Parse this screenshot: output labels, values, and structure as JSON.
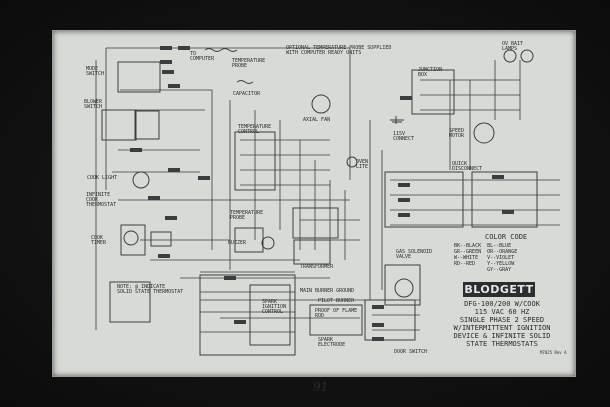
{
  "labels": {
    "mode_switch": "MODE\nSWITCH",
    "blower_switch": "BLOWER\nSWITCH",
    "cook_light": "COOK LIGHT",
    "infinite_thermostat": "INFINITE\nCOOK\nTHERMOSTAT",
    "cook_timer": "COOK\nTIMER",
    "to_computer": "TO\nCOMPUTER",
    "optional_probe": "OPTIONAL TEMPERATURE PROBE SUPPLIED\nWITH COMPUTER READY UNITS",
    "temperature_probe": "TEMPERATURE\nPROBE",
    "capacitor": "CAPACITOR",
    "axial_fan": "AXIAL FAN",
    "temperature_control": "TEMPERATURE\nCONTROL",
    "temperature_probe_2": "TEMPERATURE\nPROBE",
    "buzzer": "BUZZER",
    "transformer": "TRANSFORMER",
    "oven_light": "OVEN\nLITE",
    "junction_box": "JUNCTION\nBOX",
    "speed_motor": "SPEED\nMOTOR",
    "v115_connect": "115V\nCONNECT",
    "quick_disconnect": "QUICK\nDISCONNECT",
    "lamps": "OV BAIT\nLAMPS",
    "note_solid_state": "NOTE: @ INDICATE\nSOLID STATE THERMOSTAT",
    "main_burner_ground": "MAIN BURNER GROUND",
    "pilot_burner": "PILOT BURNER",
    "proof_of_flame": "PROOF OF FLAME\nROD",
    "spark_electrode": "SPARK\nELECTRODE",
    "spark_ignition": "SPARK\nIGNITION\nCONTROL",
    "gas_solenoid": "GAS SOLENOID\nVALVE",
    "door_switch": "DOOR SWITCH"
  },
  "color_code": {
    "title": "COLOR CODE",
    "lines": "BK--BLACK  BL--BLUE\nGR--GREEN  OR--ORANGE\nW--WHITE   V--VIOLET\nRD--RED    Y--YELLOW\n           GY--GRAY"
  },
  "brand": "BLODGETT",
  "spec": "DFG-100/200 W/COOK\n115 VAC 60 HZ\nSINGLE PHASE 2 SPEED\nW/INTERMITTENT IGNITION\nDEVICE & INFINITE SOLID\nSTATE THERMOSTATS",
  "rev": "M7025 Rev A",
  "handnote": "91"
}
